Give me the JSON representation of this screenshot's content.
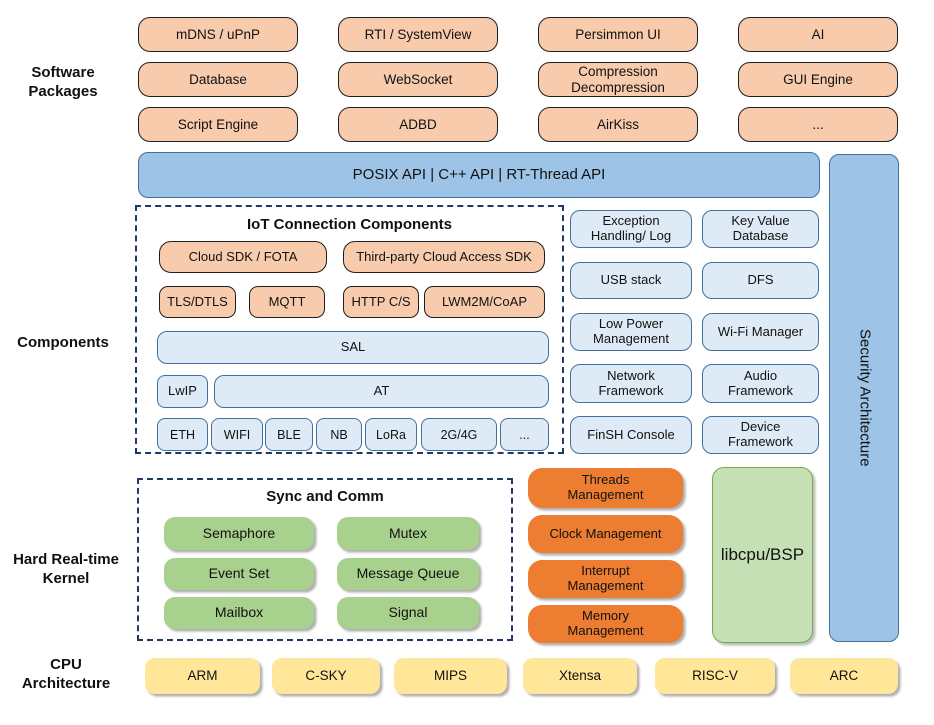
{
  "side_labels": {
    "software_line1": "Software",
    "software_line2": "Packages",
    "components": "Components",
    "kernel_line1": "Hard Real-time",
    "kernel_line2": "Kernel",
    "cpu_line1": "CPU",
    "cpu_line2": "Architecture"
  },
  "software_packages": {
    "rows": [
      [
        "mDNS / uPnP",
        "RTI / SystemView",
        "Persimmon UI",
        "AI"
      ],
      [
        "Database",
        "WebSocket",
        "Compression Decompression",
        "GUI Engine"
      ],
      [
        "Script Engine",
        "ADBD",
        "AirKiss",
        "..."
      ]
    ]
  },
  "api_bar": "POSIX API  |  C++ API  |  RT-Thread API",
  "security_bar": "Security Architecture",
  "iot": {
    "title": "IoT Connection Components",
    "cloud_sdk": "Cloud SDK / FOTA",
    "third_party": "Third-party Cloud Access SDK",
    "tls": "TLS/DTLS",
    "mqtt": "MQTT",
    "http": "HTTP C/S",
    "lwm2m": "LWM2M/CoAP",
    "sal": "SAL",
    "lwip": "LwIP",
    "at": "AT",
    "links": [
      "ETH",
      "WIFI",
      "BLE",
      "NB",
      "LoRa",
      "2G/4G",
      "..."
    ]
  },
  "components_right": {
    "col1": [
      "Exception Handling/ Log",
      "USB stack",
      "Low Power Management",
      "Network Framework",
      "FinSH Console"
    ],
    "col2": [
      "Key Value Database",
      "DFS",
      "Wi-Fi Manager",
      "Audio Framework",
      "Device Framework"
    ]
  },
  "kernel": {
    "sync_title": "Sync and Comm",
    "sync_col1": [
      "Semaphore",
      "Event Set",
      "Mailbox"
    ],
    "sync_col2": [
      "Mutex",
      "Message Queue",
      "Signal"
    ],
    "management": [
      "Threads Management",
      "Clock Management",
      "Interrupt Management",
      "Memory Management"
    ],
    "libcpu": "libcpu/BSP"
  },
  "cpu_row": [
    "ARM",
    "C-SKY",
    "MIPS",
    "Xtensa",
    "RISC-V",
    "ARC"
  ],
  "colors": {
    "package_fill": "#F8CBAD",
    "api_bar_fill": "#9DC3E6",
    "api_bar_border": "#41719C",
    "component_fill": "#DEEBF7",
    "dashed_border": "#1F3864",
    "kernel_mgmt_fill": "#ED7D31",
    "sync_fill": "#A9D18E",
    "libcpu_fill": "#C5E0B4",
    "libcpu_border": "#70AD47",
    "cpu_fill": "#FFE699"
  }
}
